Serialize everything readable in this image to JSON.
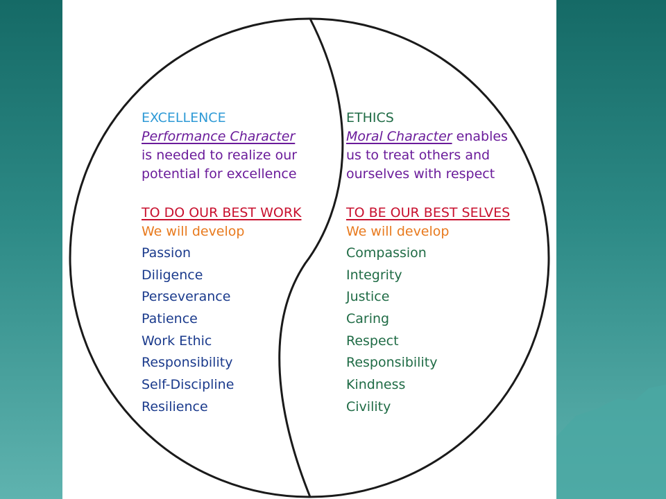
{
  "colors": {
    "teal_bg": "#1e7a76",
    "excellence_blue": "#2e9ad6",
    "purple": "#6a1b9a",
    "crimson": "#c8102e",
    "orange": "#e87a1e",
    "navy": "#1a3a8c",
    "ethics_green": "#1f6b45"
  },
  "left": {
    "heading": "EXCELLENCE",
    "intro_italic": "Performance Character",
    "intro_line2": "is needed to realize our",
    "intro_line3": "potential for excellence",
    "goal": "TO DO OUR BEST WORK",
    "develop": "We will develop",
    "items": [
      "Passion",
      "Diligence",
      "Perseverance",
      "Patience",
      "Work Ethic",
      "Responsibility",
      "Self-Discipline",
      "Resilience"
    ]
  },
  "right": {
    "heading": "ETHICS",
    "intro_italic": "Moral Character",
    "intro_rest": " enables",
    "intro_line2": "us to treat others and",
    "intro_line3": "ourselves with respect",
    "goal": "TO BE OUR BEST SELVES",
    "develop": "We will develop",
    "items": [
      "Compassion",
      "Integrity",
      "Justice",
      "Caring",
      "Respect",
      "Responsibility",
      "Kindness",
      "Civility"
    ]
  }
}
